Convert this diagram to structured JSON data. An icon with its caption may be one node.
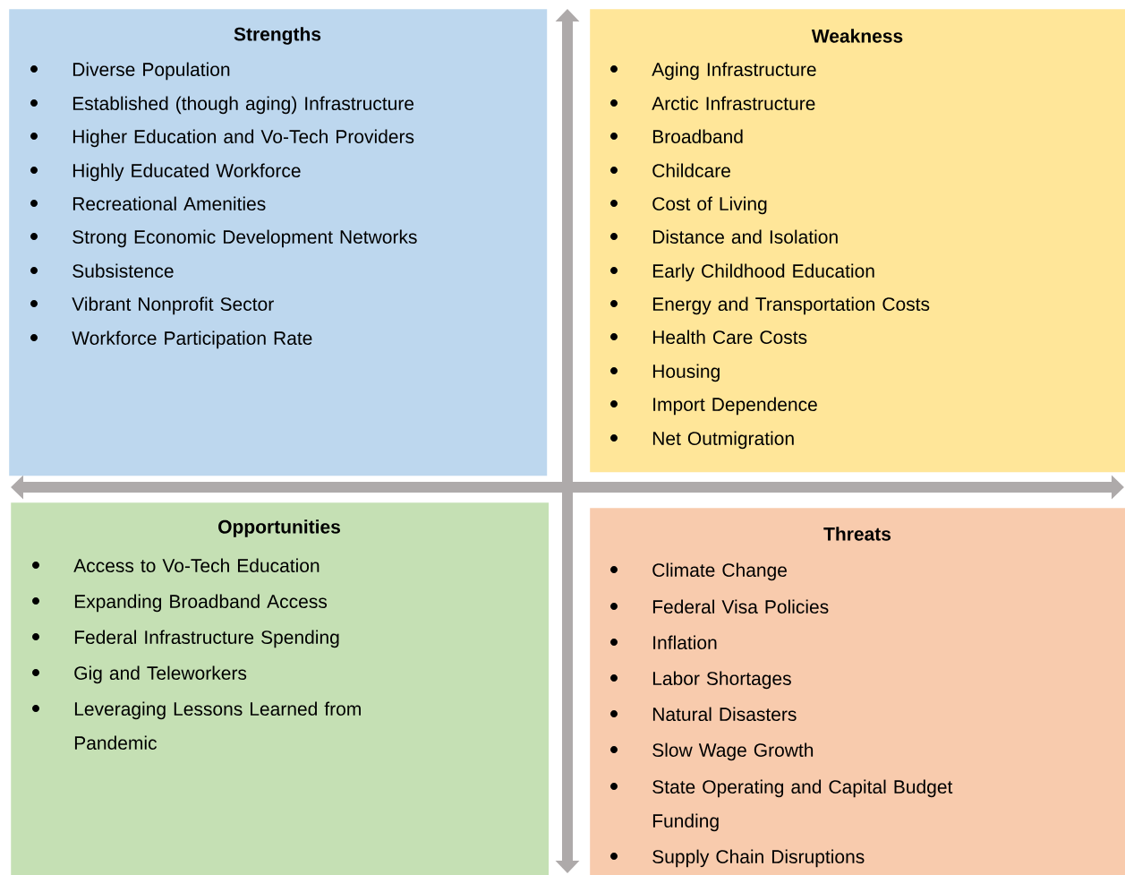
{
  "diagram": {
    "nodes": [
      {
        "text": [
          "Strengths",
          "Diverse Population",
          "Established (though aging) Infrastructure",
          "Higher Education and Vo-Tech Providers",
          "Highly Educated Workforce",
          "Recreational Amenities",
          "Strong Economic Development Networks",
          "Subsistence",
          "Vibrant Nonprofit Sector",
          "Workforce Participation Rate"
        ]
      },
      {
        "text": [
          "Weakness",
          "Aging Infrastructure",
          "Arctic Infrastructure",
          "Broadband",
          "Childcare",
          "Cost of Living",
          "Distance and Isolation",
          "Early Childhood Education",
          "Energy and Transportation Costs",
          "Health Care Costs",
          "Housing",
          "Import Dependence",
          "Net Outmigration"
        ]
      },
      {
        "text": [
          "Opportunities",
          "Access to Vo-Tech Education",
          "Expanding Broadband Access",
          "Federal Infrastructure Spending",
          "Gig and Teleworkers",
          "Leveraging Lessons Learned from Pandemic"
        ]
      },
      {
        "text": [
          "Threats",
          "Climate Change",
          "Federal Visa Policies",
          "Inflation",
          "Labor Shortages",
          "Natural Disasters",
          "Slow Wage Growth",
          "State Operating and Capital Budget Funding",
          "Supply Chain Disruptions"
        ]
      }
    ]
  }
}
